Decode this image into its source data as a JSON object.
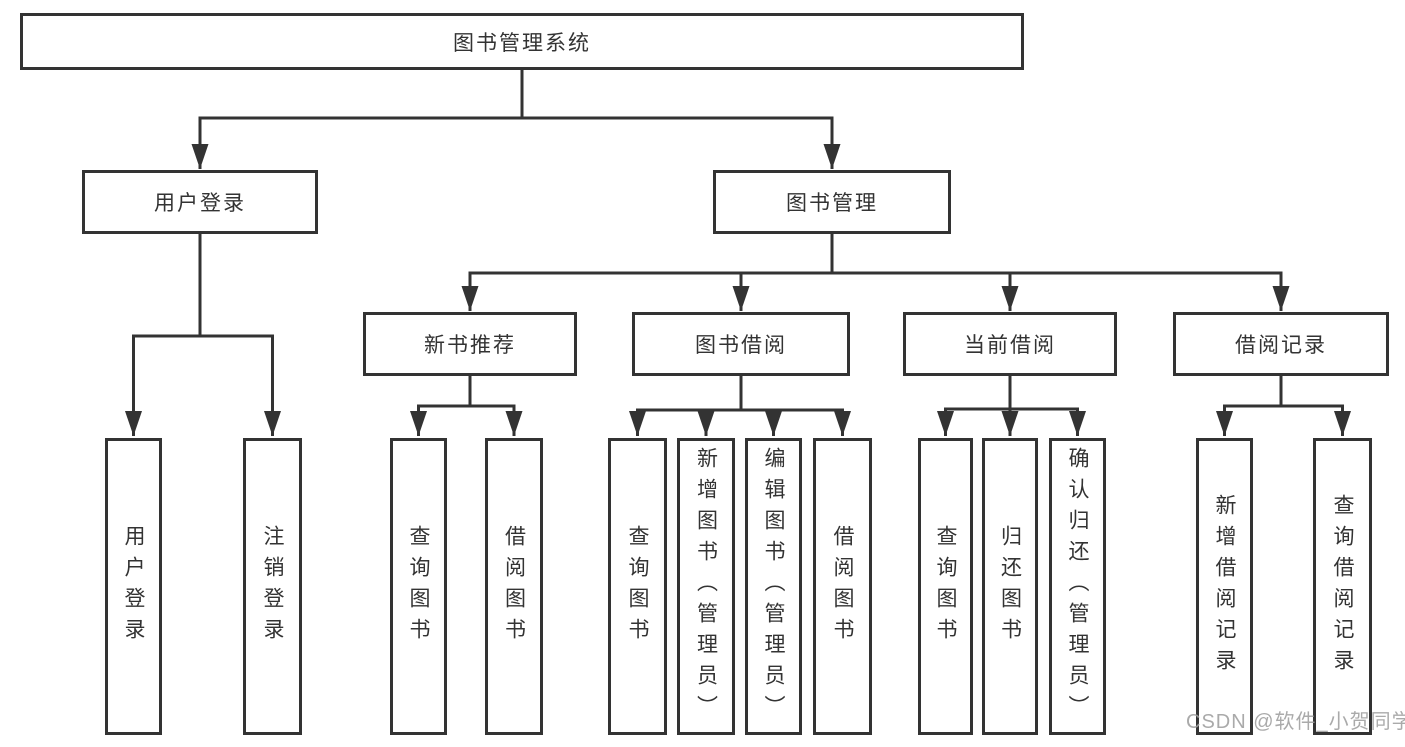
{
  "colors": {
    "background": "#ffffff",
    "box_border": "#333333",
    "line": "#333333",
    "text": "#333333",
    "watermark": "#9e9e9e"
  },
  "nodes": {
    "root": {
      "label": "图书管理系统"
    },
    "user_login": {
      "label": "用户登录"
    },
    "book_management": {
      "label": "图书管理"
    },
    "new_book_recommend": {
      "label": "新书推荐"
    },
    "book_borrowing": {
      "label": "图书借阅"
    },
    "current_borrowing": {
      "label": "当前借阅"
    },
    "borrowing_records": {
      "label": "借阅记录"
    },
    "leaf_user_login": {
      "label": "用户登录"
    },
    "leaf_logout_login": {
      "label": "注销登录"
    },
    "leaf_query_books_recommend": {
      "label": "查询图书"
    },
    "leaf_borrow_books_recommend": {
      "label": "借阅图书"
    },
    "leaf_query_books_borrowing": {
      "label": "查询图书"
    },
    "leaf_add_books_admin": {
      "label": "新增图书（管理员）"
    },
    "leaf_edit_books_admin": {
      "label": "编辑图书（管理员）"
    },
    "leaf_borrow_books_borrowing": {
      "label": "借阅图书"
    },
    "leaf_query_books_current": {
      "label": "查询图书"
    },
    "leaf_return_books": {
      "label": "归还图书"
    },
    "leaf_confirm_return_admin": {
      "label": "确认归还（管理员）"
    },
    "leaf_add_borrow_record": {
      "label": "新增借阅记录"
    },
    "leaf_query_borrow_record": {
      "label": "查询借阅记录"
    }
  },
  "hierarchy": {
    "label": "图书管理系统",
    "children": [
      {
        "label": "用户登录",
        "children": [
          {
            "label": "用户登录"
          },
          {
            "label": "注销登录"
          }
        ]
      },
      {
        "label": "图书管理",
        "children": [
          {
            "label": "新书推荐",
            "children": [
              {
                "label": "查询图书"
              },
              {
                "label": "借阅图书"
              }
            ]
          },
          {
            "label": "图书借阅",
            "children": [
              {
                "label": "查询图书"
              },
              {
                "label": "新增图书（管理员）"
              },
              {
                "label": "编辑图书（管理员）"
              },
              {
                "label": "借阅图书"
              }
            ]
          },
          {
            "label": "当前借阅",
            "children": [
              {
                "label": "查询图书"
              },
              {
                "label": "归还图书"
              },
              {
                "label": "确认归还（管理员）"
              }
            ]
          },
          {
            "label": "借阅记录",
            "children": [
              {
                "label": "新增借阅记录"
              },
              {
                "label": "查询借阅记录"
              }
            ]
          }
        ]
      }
    ]
  },
  "watermark": {
    "text": "CSDN @软件_小贺同学"
  }
}
